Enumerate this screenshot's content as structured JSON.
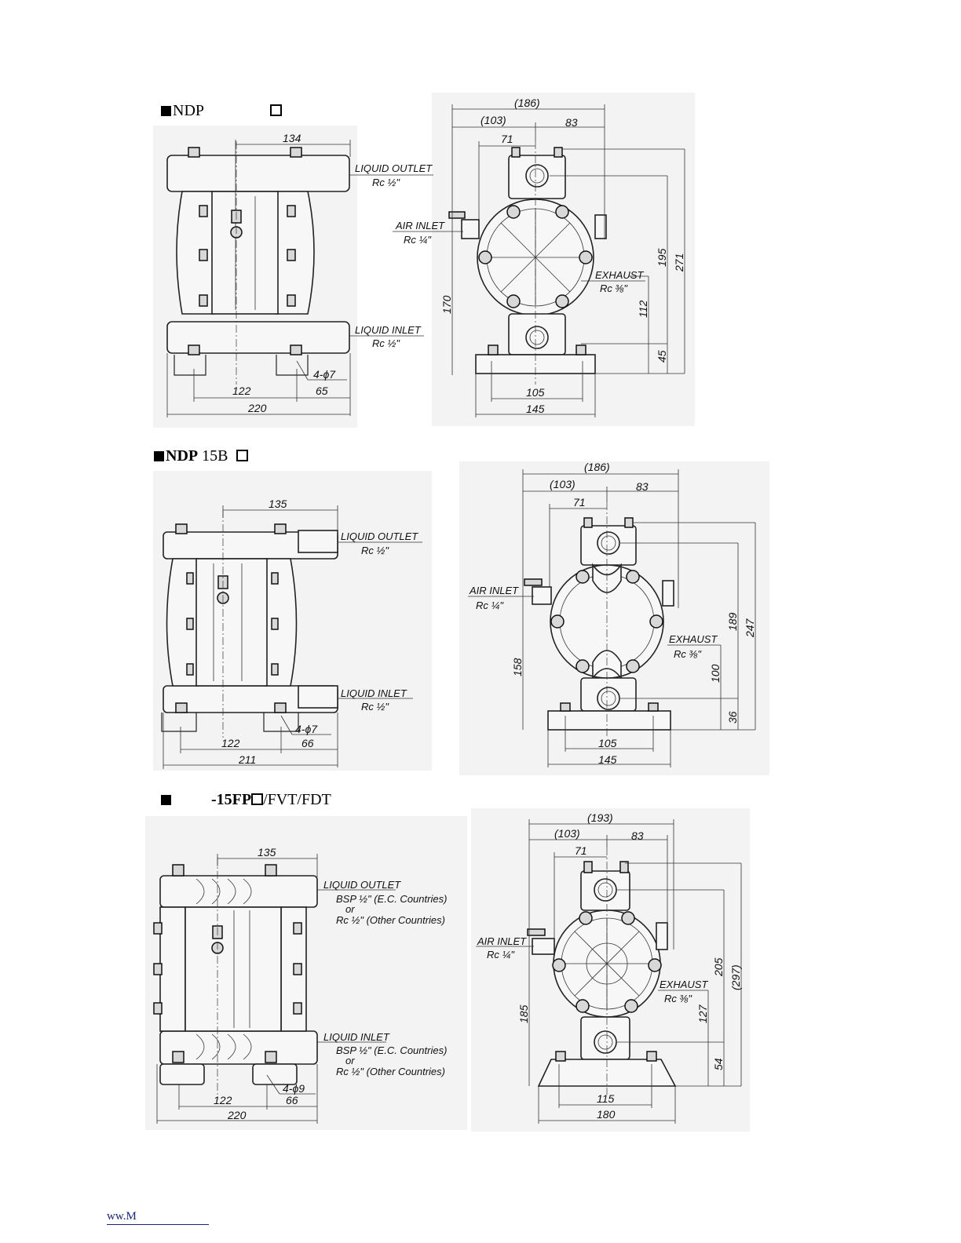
{
  "sections": [
    {
      "title_prefix": "NDP",
      "title_bold": "",
      "title_suffix": "",
      "has_open_box": true,
      "dims": {
        "top_span": "134",
        "bottom_a": "122",
        "bottom_b": "65",
        "width": "220",
        "side_total": "(186)",
        "side_left": "(103)",
        "side_right": "83",
        "side_center": "71",
        "h_outlet": "195",
        "h_total": "271",
        "h_exhaust": "112",
        "h_inlet": "45",
        "h_air": "170",
        "base_inner": "105",
        "base_outer": "145",
        "bolt_holes": "4-ϕ7"
      },
      "labels": {
        "outlet": "LIQUID OUTLET",
        "outlet_rc": "Rc ½\"",
        "inlet": "LIQUID INLET",
        "inlet_rc": "Rc ½\"",
        "air": "AIR INLET",
        "air_rc": "Rc ¼\"",
        "exhaust": "EXHAUST",
        "exhaust_rc": "Rc ⅜\""
      }
    },
    {
      "title_prefix": "",
      "title_bold": "NDP",
      "title_suffix": "15B",
      "has_open_box": true,
      "dims": {
        "top_span": "135",
        "bottom_a": "122",
        "bottom_b": "66",
        "width": "211",
        "side_total": "(186)",
        "side_left": "(103)",
        "side_right": "83",
        "side_center": "71",
        "h_outlet": "189",
        "h_total": "247",
        "h_exhaust": "100",
        "h_inlet": "36",
        "h_air": "158",
        "base_inner": "105",
        "base_outer": "145",
        "bolt_holes": "4-ϕ7"
      },
      "labels": {
        "outlet": "LIQUID OUTLET",
        "outlet_rc": "Rc ½\"",
        "inlet": "LIQUID INLET",
        "inlet_rc": "Rc ½\"",
        "air": "AIR INLET",
        "air_rc": "Rc ¼\"",
        "exhaust": "EXHAUST",
        "exhaust_rc": "Rc ⅜\""
      }
    },
    {
      "title_prefix": "",
      "title_bold": "-15FP",
      "title_suffix": "/FVT/FDT",
      "has_open_box": true,
      "dims": {
        "top_span": "135",
        "bottom_a": "122",
        "bottom_b": "66",
        "width": "220",
        "side_total": "(193)",
        "side_left": "(103)",
        "side_right": "83",
        "side_center": "71",
        "h_outlet": "205",
        "h_total": "(297)",
        "h_exhaust": "127",
        "h_inlet": "54",
        "h_air": "185",
        "base_inner": "115",
        "base_outer": "180",
        "bolt_holes": "4-ϕ9"
      },
      "labels": {
        "outlet": "LIQUID OUTLET",
        "outlet_bsp": "BSP ½\" (E.C. Countries)",
        "outlet_or": "or",
        "outlet_rc": "Rc  ½\" (Other Countries)",
        "inlet": "LIQUID INLET",
        "inlet_bsp": "BSP ½\" (E.C. Countries)",
        "inlet_or": "or",
        "inlet_rc": "Rc  ½\" (Other Countries)",
        "air": "AIR INLET",
        "air_rc": "Rc ¼\"",
        "exhaust": "EXHAUST",
        "exhaust_rc": "Rc ⅜\""
      }
    }
  ],
  "footer": {
    "text": "ww.M"
  }
}
